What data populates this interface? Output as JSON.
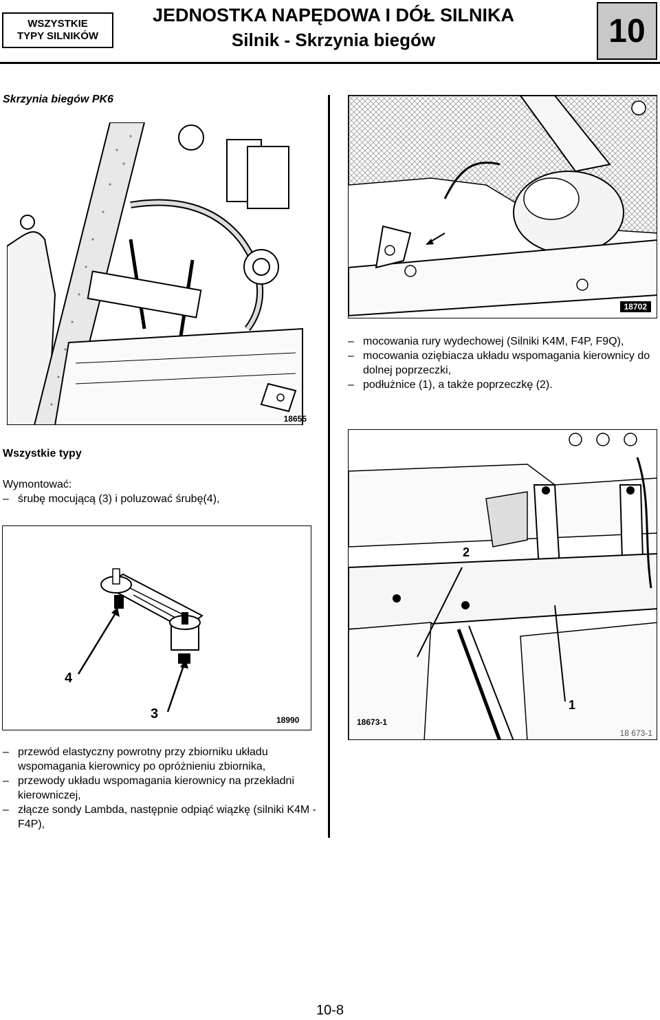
{
  "header": {
    "box_line1": "WSZYSTKIE",
    "box_line2": "TYPY SILNIKÓW",
    "title": "JEDNOSTKA NAPĘDOWA I DÓŁ SILNIKA",
    "subtitle": "Silnik - Skrzynia biegów",
    "chapter": "10"
  },
  "section1": {
    "title": "Skrzynia biegów PK6"
  },
  "figures": {
    "engine_bay_ref": "18655",
    "exhaust_ref": "18702",
    "crossmember_ref": "18673-1",
    "crossmember_ref2": "18 673-1",
    "crossmember_label1": "1",
    "crossmember_label2": "2",
    "mount_ref": "18990",
    "mount_label3": "3",
    "mount_label4": "4"
  },
  "right_list": [
    "mocowania rury wydechowej (Silniki K4M, F4P, F9Q),",
    "mocowania oziębiacza układu wspomagania kierownicy do dolnej poprzeczki,",
    "podłużnice (1), a także poprzeczkę (2)."
  ],
  "section2": {
    "title": "Wszystkie typy",
    "intro": "Wymontować:",
    "items": [
      "śrubę mocującą (3) i poluzować śrubę(4),"
    ]
  },
  "left_list": [
    "przewód elastyczny powrotny przy zbiorniku układu wspomagania kierownicy po opróżnieniu zbiornika,",
    "przewody układu wspomagania kierownicy na przekładni kierowniczej,",
    "złącze sondy Lambda, następnie odpiąć wiązkę (silniki K4M - F4P),"
  ],
  "footer": {
    "page": "10-8"
  }
}
